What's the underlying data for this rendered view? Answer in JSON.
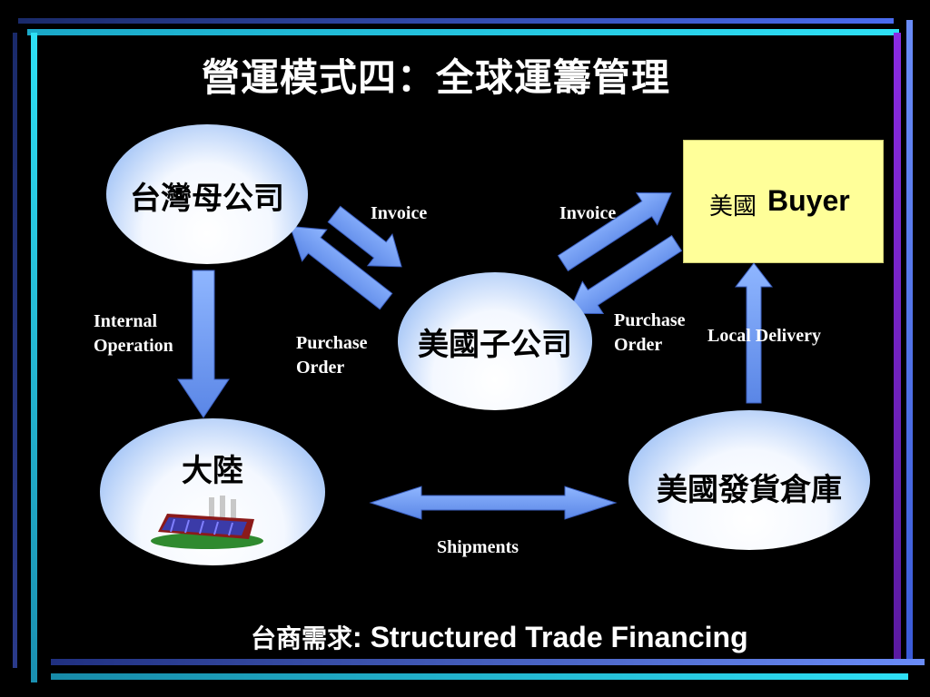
{
  "title": "營運模式四：全球運籌管理",
  "nodes": {
    "taiwan_parent": "台灣母公司",
    "us_subsidiary": "美國子公司",
    "mainland": "大陸",
    "us_warehouse": "美國發貨倉庫",
    "buyer_cn": "美國",
    "buyer_en": "Buyer"
  },
  "labels": {
    "invoice_left": "Invoice",
    "invoice_right": "Invoice",
    "internal_operation_1": "Internal",
    "internal_operation_2": "Operation",
    "purchase_order_left_1": "Purchase",
    "purchase_order_left_2": "Order",
    "purchase_order_right_1": "Purchase",
    "purchase_order_right_2": "Order",
    "local_delivery": "Local Delivery",
    "shipments": "Shipments"
  },
  "footer": {
    "cn": "台商需求",
    "en": ": Structured Trade Financing"
  },
  "colors": {
    "background": "#000000",
    "arrow": "#6f9cf0",
    "buyer_box": "#ffff99",
    "frame_cyan": "#22d0ee",
    "frame_blue": "#5a6cf0",
    "frame_purple": "#8a2be2"
  }
}
